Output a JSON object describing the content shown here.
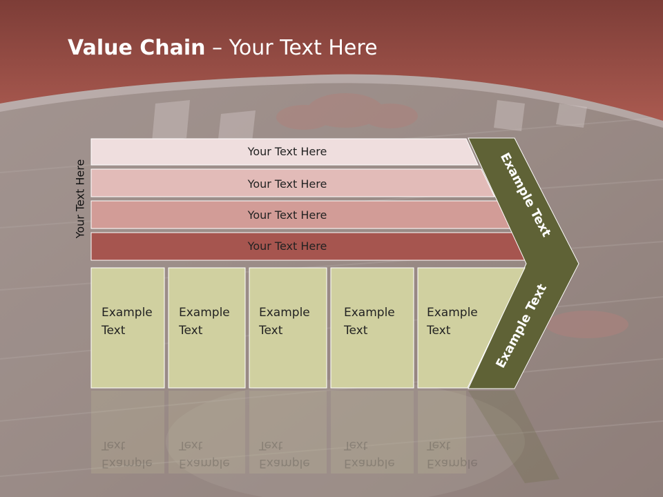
{
  "title": {
    "bold": "Value Chain",
    "rest": " – Your Text Here"
  },
  "side_label": "Your Text Here",
  "bars": [
    {
      "label": "Your Text Here",
      "color": "#efdede"
    },
    {
      "label": "Your Text Here",
      "color": "#e2bbb8"
    },
    {
      "label": "Your Text Here",
      "color": "#d29c97"
    },
    {
      "label": "Your Text Here",
      "color": "#a6554f"
    }
  ],
  "columns": [
    {
      "line1": "Example",
      "line2": "Text"
    },
    {
      "line1": "Example",
      "line2": "Text"
    },
    {
      "line1": "Example",
      "line2": "Text"
    },
    {
      "line1": "Example",
      "line2": "Text"
    },
    {
      "line1": "Example",
      "line2": "Text"
    }
  ],
  "chevron_top_label": "Example Text",
  "chevron_bottom_label": "Example Text",
  "colors": {
    "header": "#a3534b",
    "column_fill": "#d0d0a0",
    "chevron": "#5f6236"
  }
}
